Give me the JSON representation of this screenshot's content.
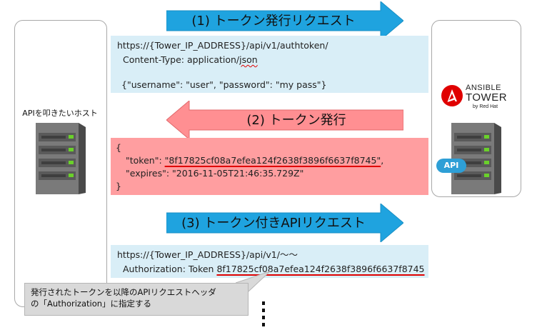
{
  "host": {
    "label": "APIを叩きたいホスト"
  },
  "tower": {
    "logo_line1": "ANSIBLE",
    "logo_line2": "TOWER",
    "logo_line3": "by Red Hat",
    "api_badge": "API"
  },
  "step1": {
    "arrow_label": "(1) トークン発行リクエスト",
    "line1": "https://{Tower_IP_ADDRESS}/api/v1/authtoken/",
    "line2_prefix": "Content-Type: application/",
    "line2_wavy": "json",
    "line3": "{\"username\": \"user\", \"password\": \"my pass\"}"
  },
  "step2": {
    "arrow_label": "(2) トークン発行",
    "open_brace": "{",
    "token_prefix": "\"token\": ",
    "token_value": "\"8f17825cf08a7efea124f2638f3896f6637f8745\"",
    "token_suffix": ",",
    "expires": "\"expires\": \"2016-11-05T21:46:35.729Z\"",
    "close_brace": "}"
  },
  "step3": {
    "arrow_label": "(3) トークン付きAPIリクエスト",
    "line1": "https://{Tower_IP_ADDRESS}/api/v1/～～",
    "auth_prefix": "Authorization: Token ",
    "auth_token": "8f17825cf08a7efea124f2638f3896f6637f8745"
  },
  "callout": {
    "line1": "発行されたトークンを以降のAPIリクエストヘッダ",
    "line2": "の「Authorization」に指定する"
  },
  "colors": {
    "arrow_blue": "#1fa3df",
    "arrow_red": "#ff8f92",
    "panel_blue": "#d9eef7",
    "panel_red": "#ff9ea0",
    "underline_red": "#e00000",
    "badge_blue": "#2e9fd6",
    "logo_red": "#e00000"
  }
}
